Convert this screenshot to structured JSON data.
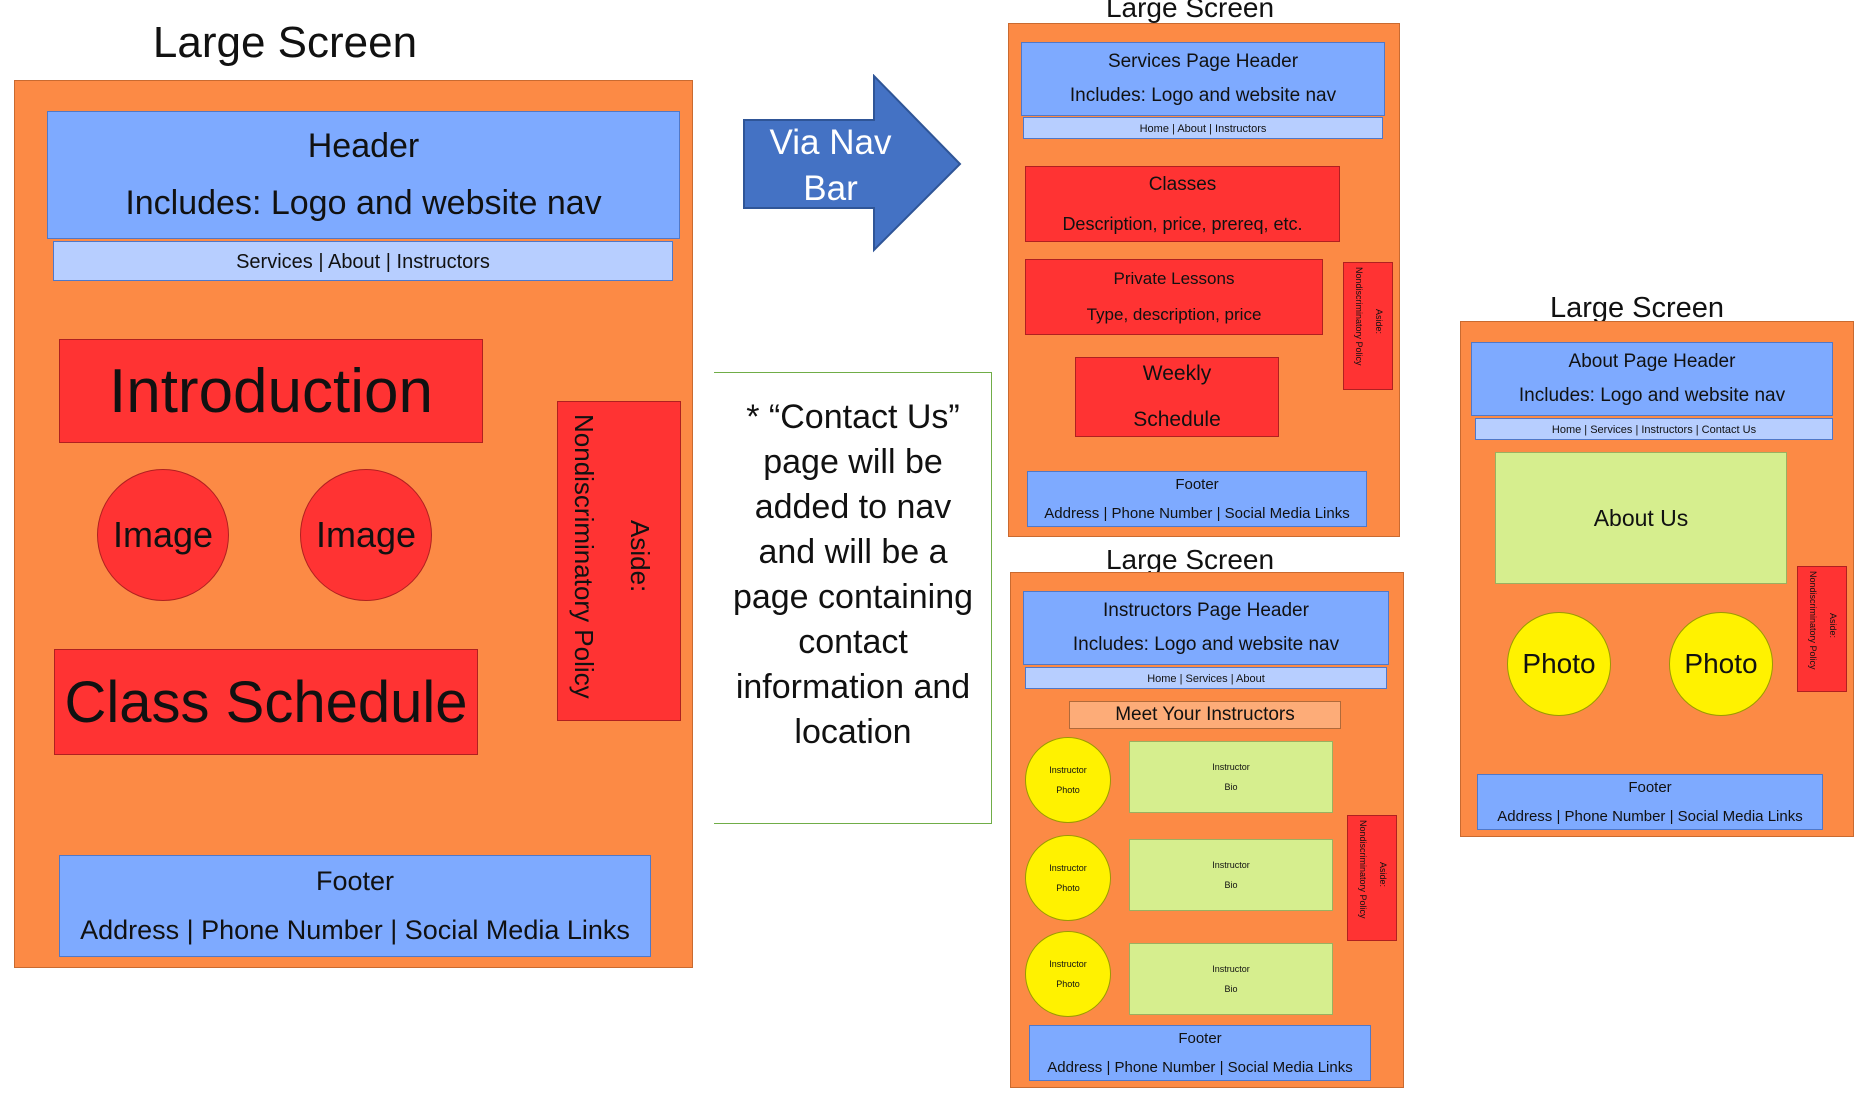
{
  "home": {
    "title": "Large Screen",
    "header_title": "Header",
    "header_sub": "Includes: Logo and website nav",
    "nav": "Services | About | Instructors",
    "intro": "Introduction",
    "image_1": "Image",
    "image_2": "Image",
    "schedule": "Class Schedule",
    "aside_title": "Aside:",
    "aside_body": "Nondiscriminatory Policy",
    "footer_title": "Footer",
    "footer_links": "Address | Phone Number | Social Media Links"
  },
  "arrow": {
    "line1": "Via Nav",
    "line2": "Bar"
  },
  "note": {
    "lines": [
      "* “Contact Us”",
      "page will be",
      "added to nav",
      "and will be a",
      "page containing",
      "contact",
      "information and",
      "location"
    ]
  },
  "services": {
    "title": "Large Screen",
    "header_title": "Services Page Header",
    "header_sub": "Includes: Logo and website nav",
    "nav": "Home | About | Instructors",
    "classes_title": "Classes",
    "classes_sub": "Description, price, prereq, etc.",
    "lessons_title": "Private Lessons",
    "lessons_sub": "Type, description, price",
    "weekly_1": "Weekly",
    "weekly_2": "Schedule",
    "aside_title": "Aside:",
    "aside_body": "Nondiscriminatory Policy",
    "footer_title": "Footer",
    "footer_links": "Address | Phone Number | Social Media Links"
  },
  "instructors": {
    "title": "Large Screen",
    "header_title": "Instructors Page Header",
    "header_sub": "Includes: Logo and website nav",
    "nav": "Home | Services | About",
    "meet": "Meet Your Instructors",
    "rows": [
      {
        "photo_1": "Instructor",
        "photo_2": "Photo",
        "bio_1": "Instructor",
        "bio_2": "Bio"
      },
      {
        "photo_1": "Instructor",
        "photo_2": "Photo",
        "bio_1": "Instructor",
        "bio_2": "Bio"
      },
      {
        "photo_1": "Instructor",
        "photo_2": "Photo",
        "bio_1": "Instructor",
        "bio_2": "Bio"
      }
    ],
    "aside_title": "Aside:",
    "aside_body": "Nondiscriminatory Policy",
    "footer_title": "Footer",
    "footer_links": "Address | Phone Number | Social Media Links"
  },
  "about": {
    "title": "Large Screen",
    "header_title": "About Page Header",
    "header_sub": "Includes: Logo and website nav",
    "nav": "Home | Services | Instructors | Contact Us",
    "about_us": "About Us",
    "photo_1": "Photo",
    "photo_2": "Photo",
    "aside_title": "Aside:",
    "aside_body": "Nondiscriminatory Policy",
    "footer_title": "Footer",
    "footer_links": "Address | Phone Number | Social Media Links"
  },
  "colors": {
    "page_bg": "#fc8a45",
    "header_blue": "#7eaaff",
    "nav_light_blue": "#b7ceff",
    "red_block": "#ff3333",
    "green_block": "#d6ee8e",
    "yellow_photo": "#fff200",
    "arrow_blue": "#4472c4",
    "note_border": "#70ad47"
  }
}
